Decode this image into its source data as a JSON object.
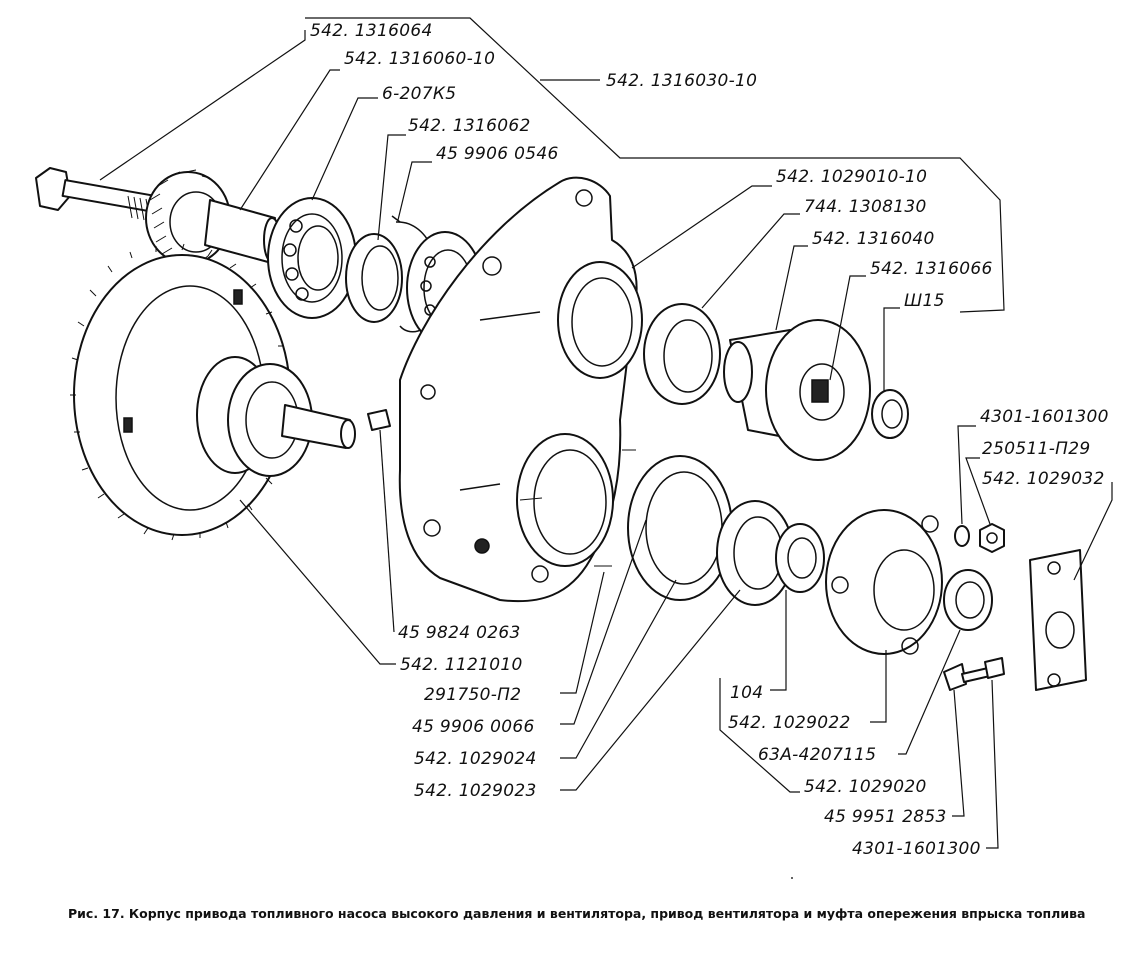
{
  "labels": {
    "l01": "542. 1316064",
    "l02": "542. 1316060-10",
    "l03": "542. 1316030-10",
    "l04": "6-207К5",
    "l05": "542. 1316062",
    "l06": "45 9906 0546",
    "l07": "542. 1029010-10",
    "l08": "744. 1308130",
    "l09": "542. 1316040",
    "l10": "542. 1316066",
    "l11": "Ш15",
    "l12": "4301-1601300",
    "l13": "250511-П29",
    "l14": "542. 1029032",
    "l15": "45 9824 0263",
    "l16": "542. 1121010",
    "l17": "291750-П2",
    "l18": "45 9906 0066",
    "l19": "542. 1029024",
    "l20": "542. 1029023",
    "l21": "104",
    "l22": "542. 1029022",
    "l23": "63А-4207115",
    "l24": "542. 1029020",
    "l25": "45 9951 2853",
    "l26": "4301-1601300"
  },
  "caption": "Рис. 17. Корпус привода топливного насоса высокого давления и вентилятора, привод вентилятора и муфта опережения впрыска топлива"
}
